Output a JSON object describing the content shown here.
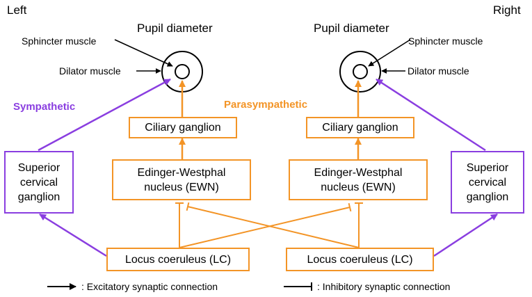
{
  "sides": {
    "left": "Left",
    "right": "Right"
  },
  "pupil_title": "Pupil diameter",
  "muscles": {
    "sphincter": "Sphincter muscle",
    "dilator": "Dilator muscle"
  },
  "pathways": {
    "sympathetic": "Sympathetic",
    "parasympathetic": "Parasympathetic"
  },
  "nodes": {
    "ciliary": "Ciliary ganglion",
    "ewn_line1": "Edinger-Westphal",
    "ewn_line2": "nucleus (EWN)",
    "scg_line1": "Superior",
    "scg_line2": "cervical",
    "scg_line3": "ganglion",
    "lc": "Locus coeruleus (LC)"
  },
  "legend": {
    "excitatory": ": Excitatory synaptic connection",
    "inhibitory": ": Inhibitory synaptic connection"
  },
  "colors": {
    "parasympathetic": "#f39426",
    "sympathetic": "#8a3ee0",
    "neutral": "#000000"
  }
}
